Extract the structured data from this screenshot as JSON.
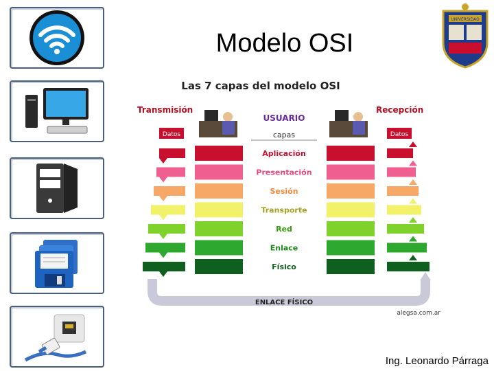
{
  "slide": {
    "title": "Modelo OSI",
    "author": "Ing. Leonardo Párraga"
  },
  "sidebar_icons": [
    "wifi-icon",
    "desktop-computer-icon",
    "server-tower-icon",
    "floppy-disks-icon",
    "network-cable-icon"
  ],
  "seal": {
    "name": "university-seal",
    "text": "UNIVERSIDAD"
  },
  "diagram": {
    "heading": "Las 7 capas del modelo OSI",
    "left_label": "Transmisión",
    "right_label": "Recepción",
    "user_label": "USUARIO",
    "layers_label": "capas",
    "datos_left": "Datos",
    "datos_right": "Datos",
    "layers": [
      {
        "name": "Aplicación",
        "color": "#c8102e",
        "text_color": "#c8102e"
      },
      {
        "name": "Presentación",
        "color": "#ef5f8f",
        "text_color": "#e0457c"
      },
      {
        "name": "Sesión",
        "color": "#f7a766",
        "text_color": "#f08a3c"
      },
      {
        "name": "Transporte",
        "color": "#f2f26a",
        "text_color": "#a8a020"
      },
      {
        "name": "Red",
        "color": "#7fd12b",
        "text_color": "#3a9a10"
      },
      {
        "name": "Enlace",
        "color": "#2ea82e",
        "text_color": "#1e8a1e"
      },
      {
        "name": "Físico",
        "color": "#0f5f1f",
        "text_color": "#0f5f1f"
      }
    ],
    "link_label": "ENLACE FÍSICO",
    "source": "alegsa.com.ar"
  }
}
